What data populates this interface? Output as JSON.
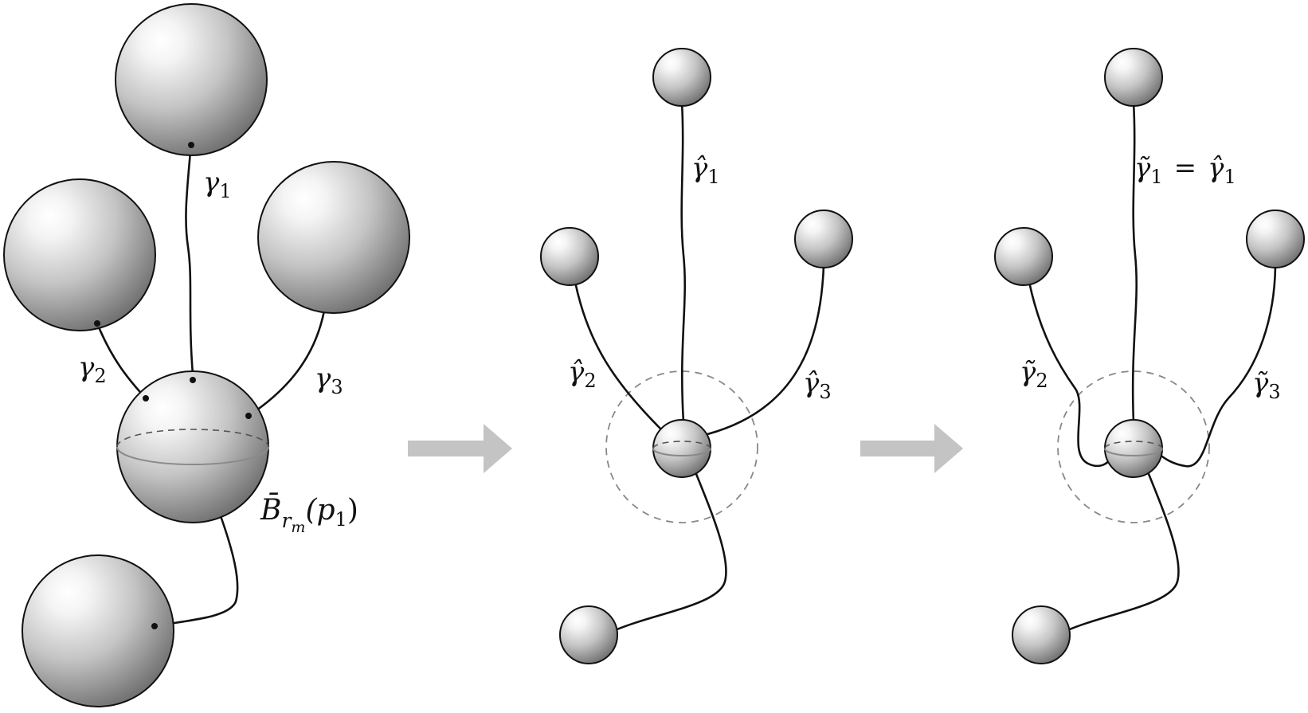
{
  "colors": {
    "sphere_highlight": "#ffffff",
    "sphere_mid": "#c4c4c4",
    "sphere_shadow": "#6e6e6e",
    "arrow": "#c4c4c4",
    "curve": "#111111"
  },
  "panel1": {
    "labels": {
      "gamma1": {
        "base": "γ",
        "sub": "1"
      },
      "gamma2": {
        "base": "γ",
        "sub": "2"
      },
      "gamma3": {
        "base": "γ",
        "sub": "3"
      },
      "ball": {
        "base": "B̄",
        "sub": "r",
        "subsub": "m",
        "arg": "(p",
        "argsub": "1",
        "close": ")"
      }
    }
  },
  "panel2": {
    "labels": {
      "gamma1": {
        "base": "γ̂",
        "sub": "1"
      },
      "gamma2": {
        "base": "γ̂",
        "sub": "2"
      },
      "gamma3": {
        "base": "γ̂",
        "sub": "3"
      }
    }
  },
  "panel3": {
    "labels": {
      "gamma1": {
        "base": "γ̃",
        "sub": "1",
        "eq": "=",
        "rhs": "γ̂",
        "rhssub": "1"
      },
      "gamma2": {
        "base": "γ̃",
        "sub": "2"
      },
      "gamma3": {
        "base": "γ̃",
        "sub": "3"
      }
    }
  }
}
